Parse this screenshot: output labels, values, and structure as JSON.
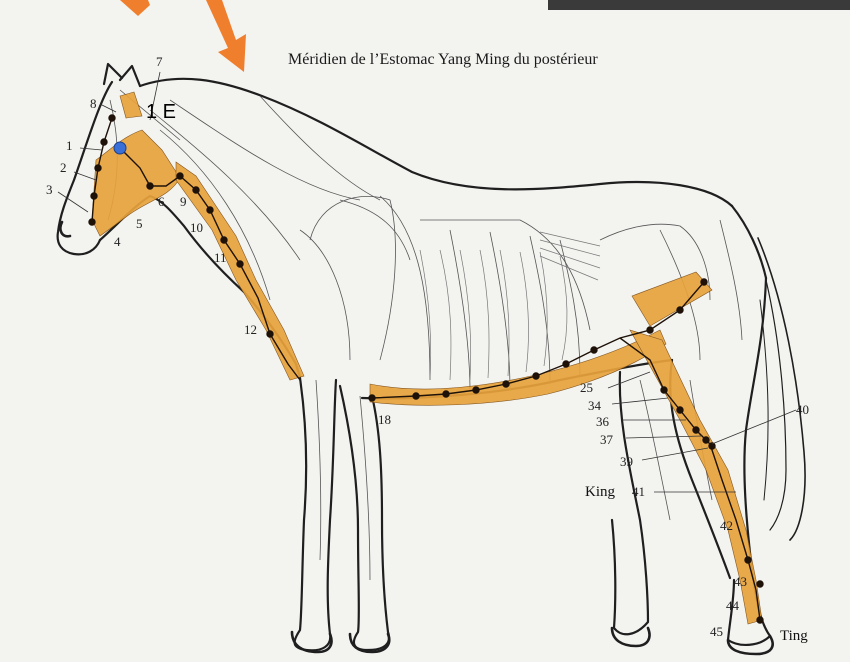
{
  "title": "Méridien de l’Estomac Yang Ming du postérieur",
  "callout_label": "1 E",
  "point_labels": {
    "p1": "1",
    "p2": "2",
    "p3": "3",
    "p4": "4",
    "p5": "5",
    "p6": "6",
    "p7": "7",
    "p8": "8",
    "p9": "9",
    "p10": "10",
    "p11": "11",
    "p12": "12",
    "p18": "18",
    "p25": "25",
    "p34": "34",
    "p36": "36",
    "p37": "37",
    "p39": "39",
    "p40": "40",
    "p41": "41",
    "p42": "42",
    "p43": "43",
    "p44": "44",
    "p45": "45"
  },
  "special_labels": {
    "king": "King",
    "ting": "Ting"
  },
  "colors": {
    "meridian_fill": "#e8a33c",
    "meridian_line": "#1e1208",
    "arrow": "#ef7f2d",
    "marker": "#3a6fd8",
    "paper": "#f3f3f0",
    "outline": "#1f1f1f",
    "top_bar": "#3a3a3a"
  }
}
